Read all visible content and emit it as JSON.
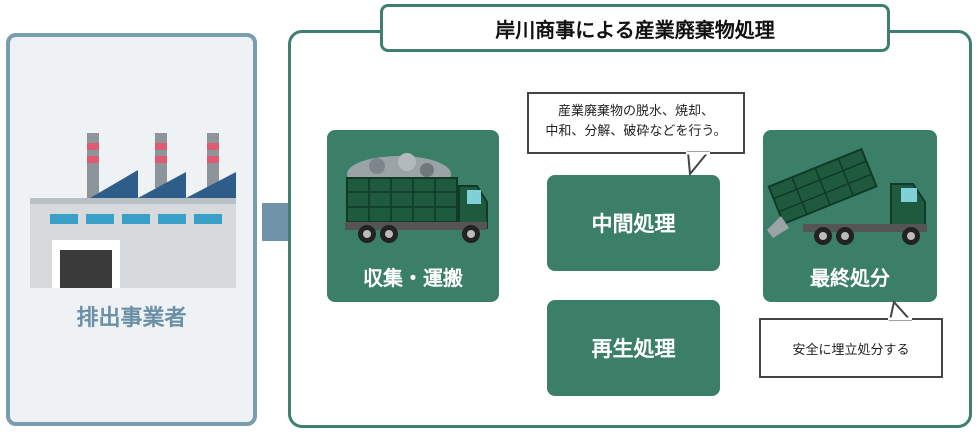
{
  "title": "岸川商事による産業廃棄物処理",
  "generator": {
    "label": "排出事業者"
  },
  "steps": {
    "collection": "収集・運搬",
    "intermediate": "中間処理",
    "recycling": "再生処理",
    "final": "最終処分"
  },
  "notes": {
    "intermediate_line1": "産業廃棄物の脱水、焼却、",
    "intermediate_line2": "中和、分解、破砕などを行う。",
    "final": "安全に埋立処分する"
  },
  "colors": {
    "frame_green": "#3f7f6f",
    "tile_green": "#3b7f69",
    "arrow_green": "#7fbf9b",
    "arrow_blue": "#6f93a8",
    "factory_gray": "#d6dadd"
  }
}
